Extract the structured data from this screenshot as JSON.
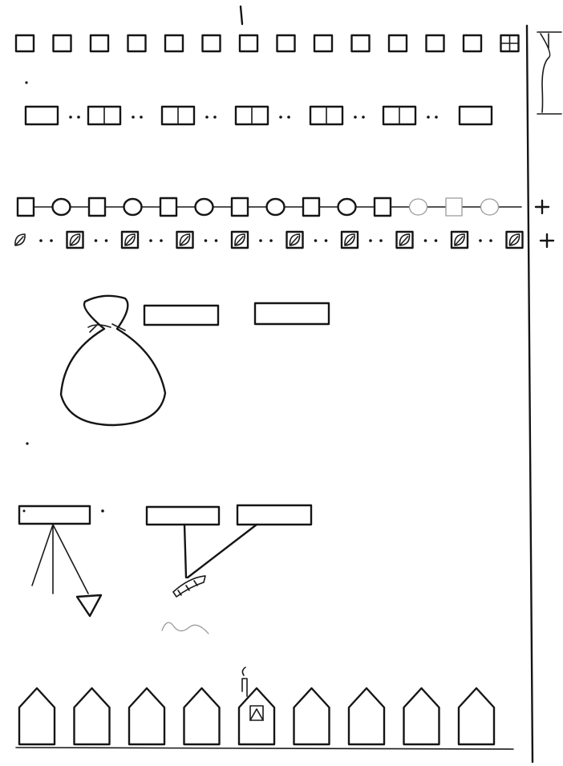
{
  "worksheet": {
    "ink_color": "#151515",
    "faint_color": "#9a9a9a",
    "paper_color": "#ffffff",
    "rows": [
      {
        "name": "square-sequence-row",
        "shapes": [
          "square"
        ],
        "count": 14,
        "last_square_marked": true
      },
      {
        "name": "paired-rectangle-sequence-row",
        "shapes": [
          "rectangle"
        ],
        "count": 7
      },
      {
        "name": "square-circle-alternating-row",
        "shapes": [
          "square",
          "circle"
        ],
        "count": 14,
        "ends_with_plus": true
      },
      {
        "name": "leaf-in-square-row",
        "shapes": [
          "leaf-square"
        ],
        "count": 10,
        "ends_with_plus": true
      },
      {
        "name": "sack-with-boxes",
        "shapes": [
          "sack",
          "rectangle"
        ],
        "count": 3
      },
      {
        "name": "arrow-and-rope-diagram",
        "shapes": [
          "rectangle",
          "arrow",
          "rope"
        ],
        "count": 3
      },
      {
        "name": "house-sequence-row",
        "shapes": [
          "house"
        ],
        "count": 9,
        "decorated_house_index": 4
      }
    ],
    "side_margin_icon": "hourglass-icon"
  }
}
